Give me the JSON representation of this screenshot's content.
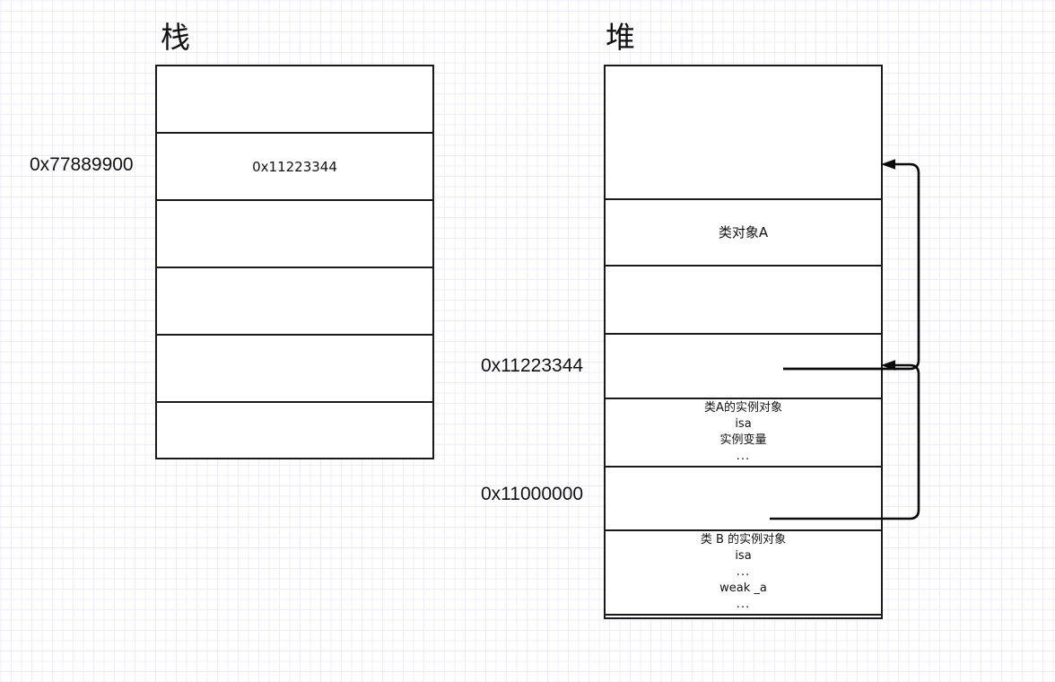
{
  "diagram": {
    "title": "Stack and Heap memory layout with weak reference",
    "columns": [
      {
        "id": "stack",
        "title": "栈",
        "cells": [
          {
            "id": "stack-cell-0",
            "lines": []
          },
          {
            "id": "stack-cell-1",
            "lines": [
              "0x11223344"
            ],
            "address": "0x77889900"
          },
          {
            "id": "stack-cell-2",
            "lines": []
          },
          {
            "id": "stack-cell-3",
            "lines": []
          },
          {
            "id": "stack-cell-4",
            "lines": []
          },
          {
            "id": "stack-cell-5",
            "lines": []
          }
        ]
      },
      {
        "id": "heap",
        "title": "堆",
        "cells": [
          {
            "id": "heap-cell-0",
            "lines": []
          },
          {
            "id": "heap-cell-1",
            "lines": [
              "类对象A"
            ]
          },
          {
            "id": "heap-cell-2",
            "lines": []
          },
          {
            "id": "heap-cell-3",
            "lines": []
          },
          {
            "id": "heap-cell-4",
            "lines": [
              "类A的实例对象",
              "isa",
              "实例变量",
              "..."
            ],
            "address": "0x11223344"
          },
          {
            "id": "heap-cell-5",
            "lines": []
          },
          {
            "id": "heap-cell-6",
            "lines": [
              "类 B 的实例对象",
              "isa",
              "...",
              "weak  _a",
              "..."
            ],
            "address": "0x11000000"
          },
          {
            "id": "heap-cell-7",
            "lines": []
          }
        ]
      }
    ],
    "labels": {
      "stack_title": "栈",
      "heap_title": "堆",
      "stack_addr_1": "0x77889900",
      "stack_value_1": "0x11223344",
      "heap_addr_instance_a": "0x11223344",
      "heap_addr_instance_b": "0x11000000",
      "heap_class_object_a": "类对象A",
      "instance_a_title": "类A的实例对象",
      "instance_a_isa": "isa",
      "instance_a_ivar": "实例变量",
      "instance_a_more": "...",
      "instance_b_title": "类 B 的实例对象",
      "instance_b_isa": "isa",
      "instance_b_more_1": "...",
      "instance_b_weak": "weak  _a",
      "instance_b_more_2": "..."
    },
    "connectors": [
      {
        "id": "ivar-to-class-object-a",
        "from": "实例变量",
        "to": "类对象A",
        "style": "orthogonal-rounded",
        "arrowhead": "left"
      },
      {
        "id": "weak-a-to-instance-a",
        "from": "weak  _a",
        "to": "类A的实例对象",
        "style": "orthogonal-rounded",
        "arrowhead": "left"
      }
    ],
    "colors": {
      "stroke": "#1a1a1a",
      "text": "#121212",
      "background": "#ffffff",
      "grid_minor": "#ececf8",
      "grid_major": "#d9d9f2"
    }
  }
}
